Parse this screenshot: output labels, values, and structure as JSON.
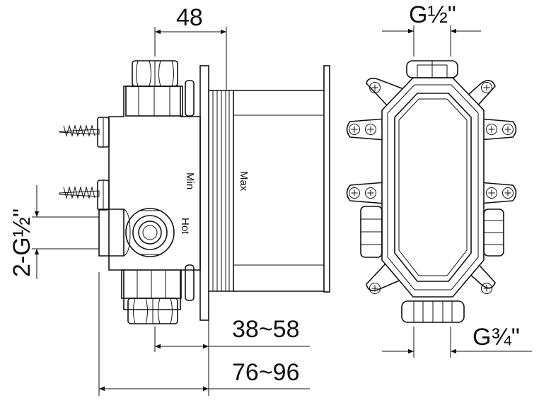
{
  "dimensions": {
    "top_width": "48",
    "adjust_short": "38~58",
    "adjust_long": "76~96",
    "side_thread": "2-G½\"",
    "top_thread": "G½\"",
    "bottom_thread": "G¾\""
  },
  "labels": {
    "min": "Min",
    "max": "Max",
    "hot": "Hot"
  }
}
